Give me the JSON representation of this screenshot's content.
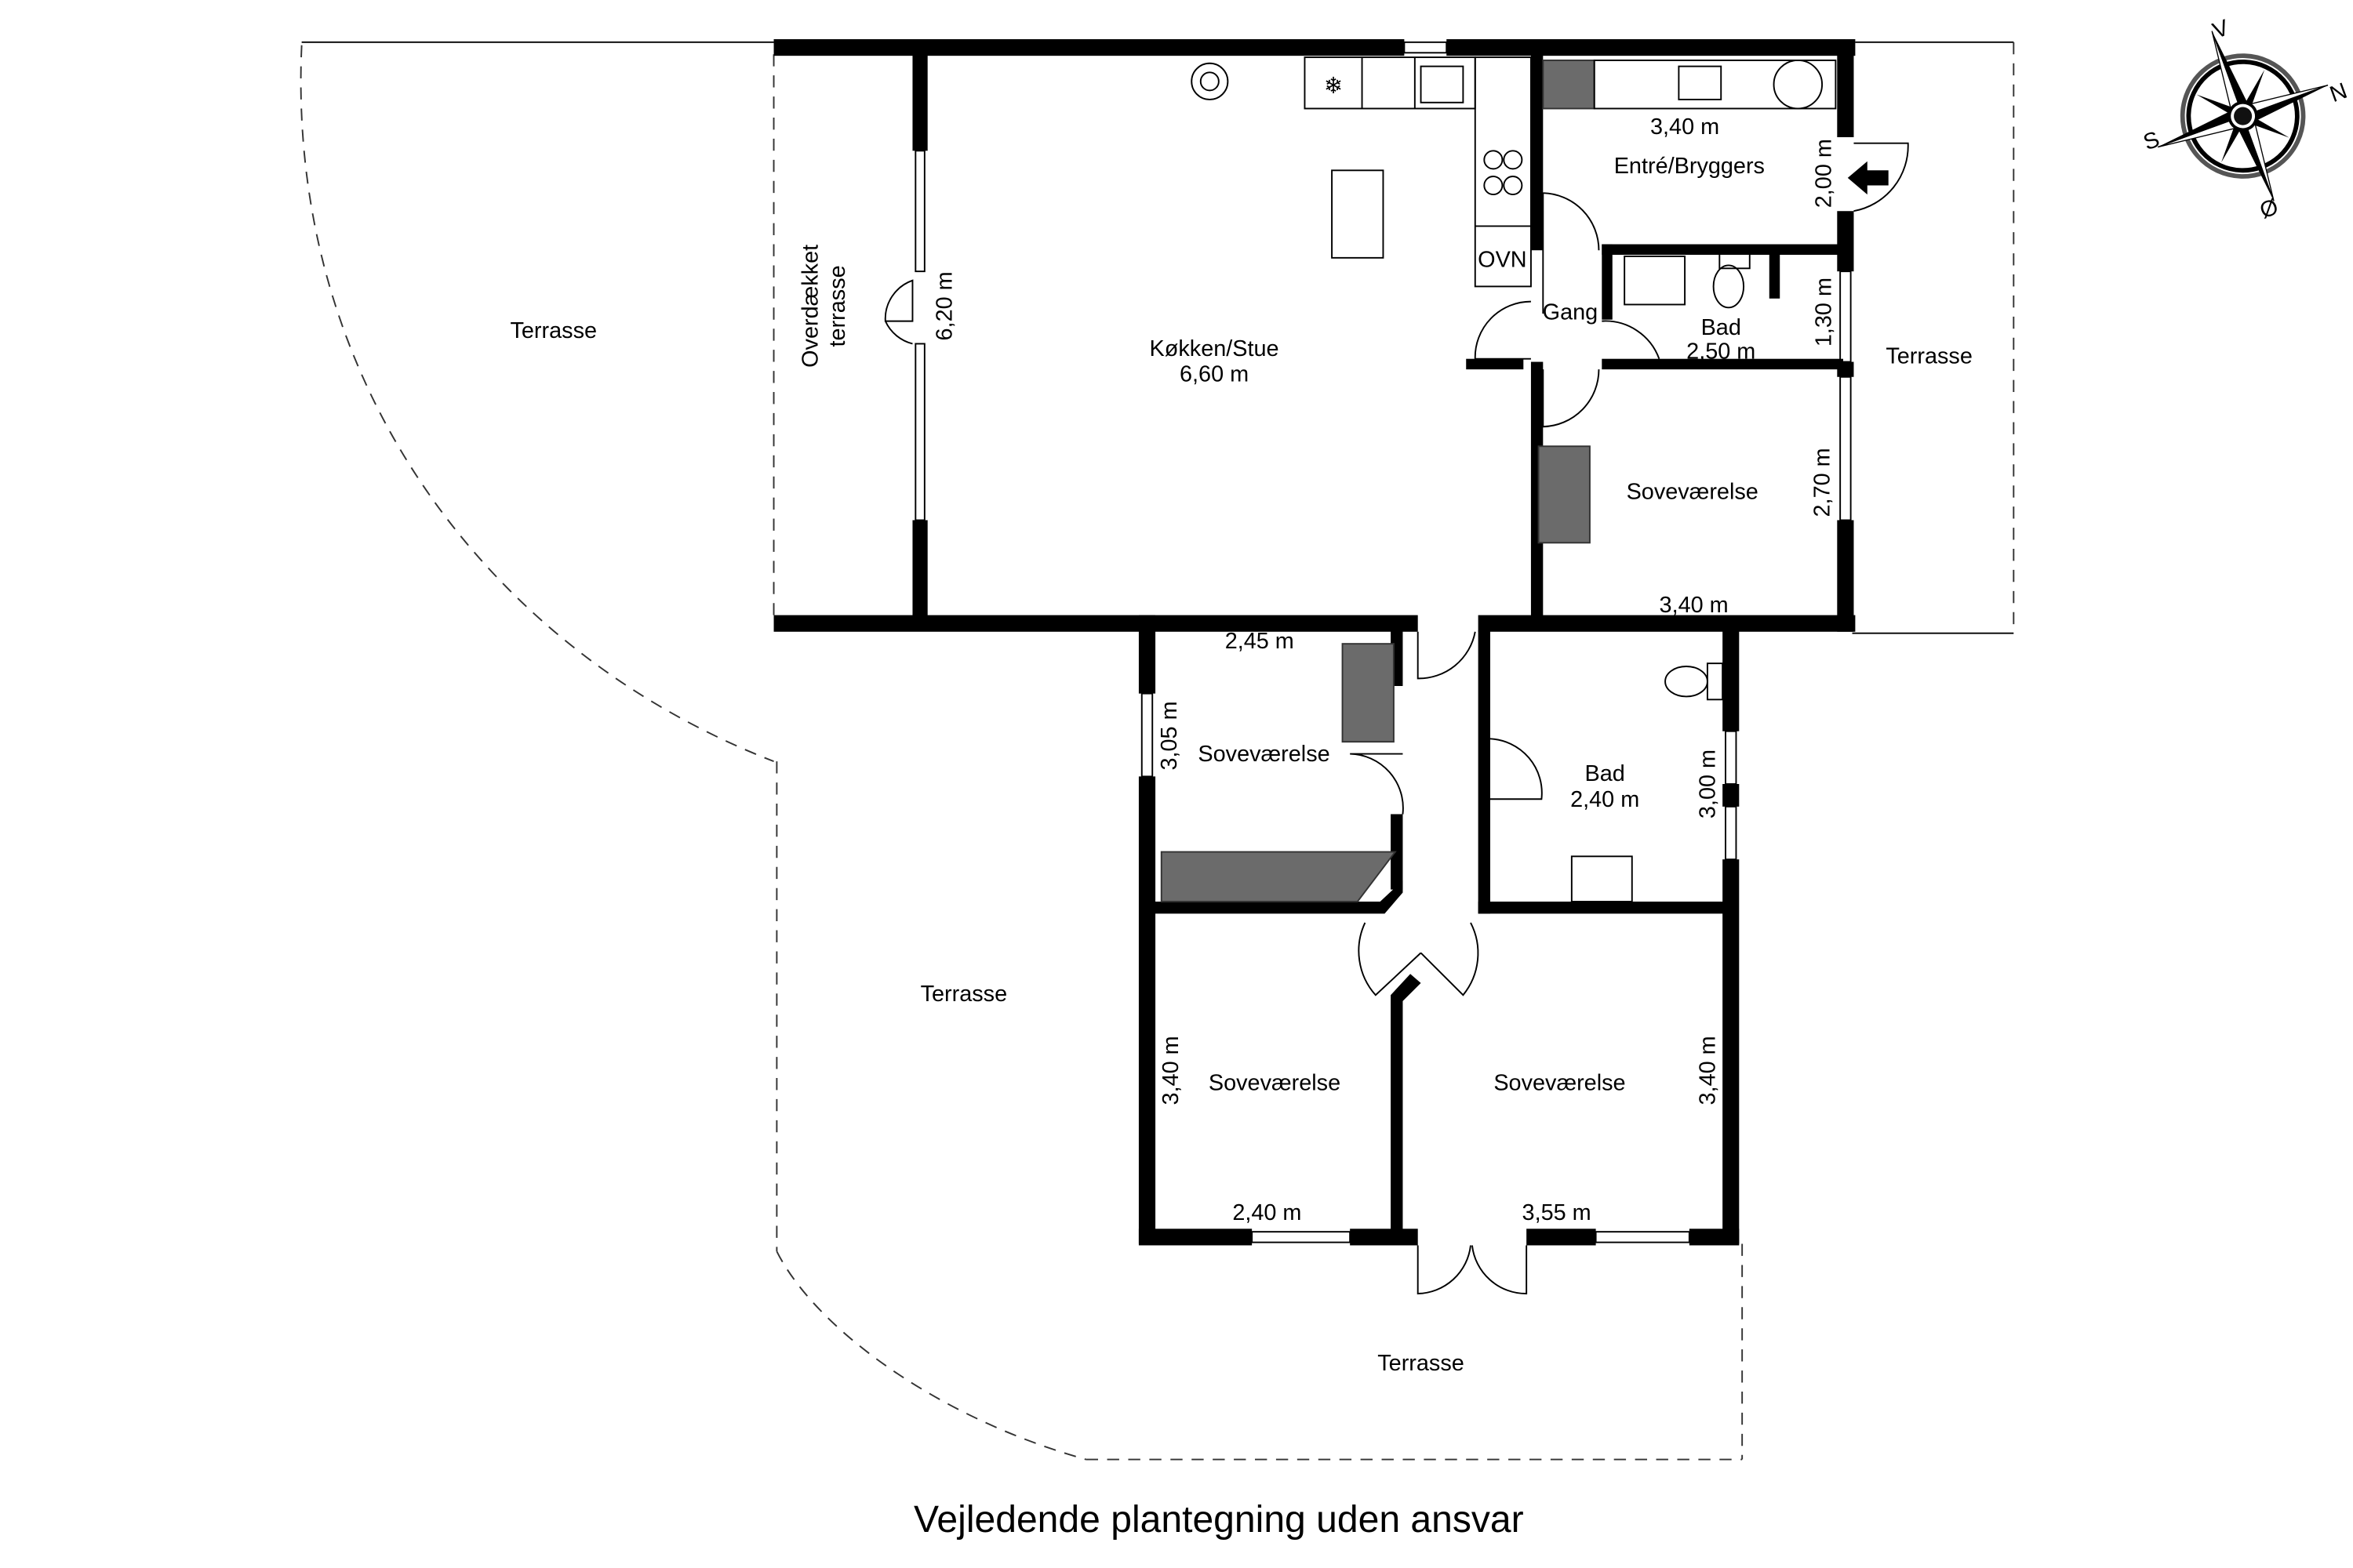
{
  "rooms": {
    "kitchen_living": {
      "name": "Køkken/Stue",
      "dim": "6,60 m",
      "dim_side": "6,20 m"
    },
    "covered_terrace": {
      "line1": "Overdækket",
      "line2": "terrasse"
    },
    "entry": {
      "name": "Entré/Bryggers",
      "dim_w": "3,40 m",
      "dim_h": "2,00 m"
    },
    "hall": {
      "name": "Gang"
    },
    "bath_small": {
      "name": "Bad",
      "dim": "2,50 m",
      "dim_side": "1,30 m"
    },
    "bedroom_ne": {
      "name": "Soveværelse",
      "dim_w": "3,40 m",
      "dim_h": "2,70 m"
    },
    "bedroom_mid": {
      "name": "Soveværelse",
      "dim_w": "2,45 m",
      "dim_h": "3,05 m"
    },
    "bath_large": {
      "name": "Bad",
      "dim": "2,40 m",
      "dim_side": "3,00 m"
    },
    "bedroom_sw": {
      "name": "Soveværelse",
      "dim_w": "2,40 m",
      "dim_h": "3,40 m"
    },
    "bedroom_se": {
      "name": "Soveværelse",
      "dim_w": "3,55 m",
      "dim_h": "3,40 m"
    },
    "oven_label": "OVN"
  },
  "terraces": {
    "west": "Terrasse",
    "east": "Terrasse",
    "southwest": "Terrasse",
    "south": "Terrasse"
  },
  "compass": {
    "north": "N",
    "south": "S",
    "east": "Ø",
    "west": "V"
  },
  "caption": "Vejledende plantegning uden ansvar",
  "colors": {
    "walls": "#000000",
    "furniture_fill": "#6b6b6b"
  }
}
